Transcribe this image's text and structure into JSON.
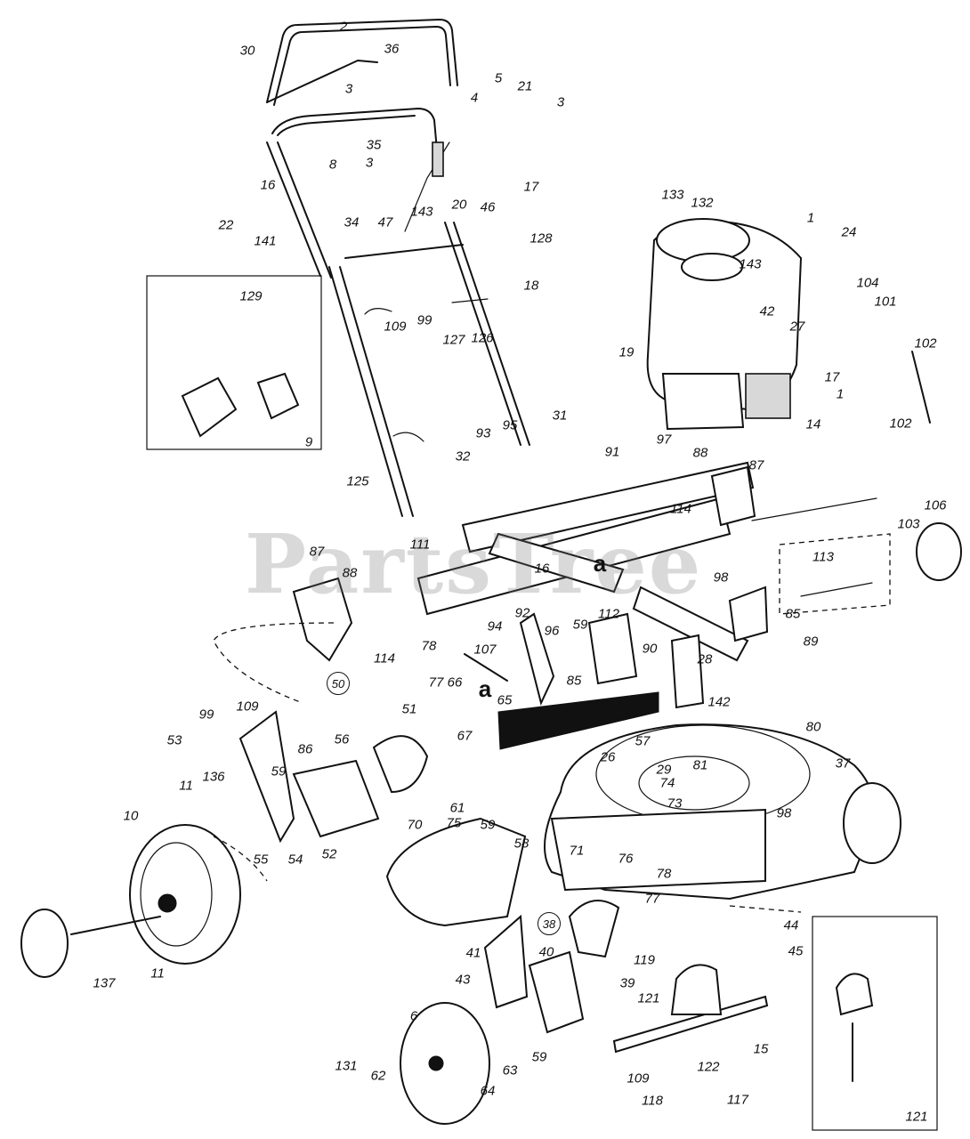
{
  "watermark": "PartsTree",
  "inset_labels": {
    "top_inset": "9",
    "bottom_inset": "121"
  },
  "reference_marks": {
    "a_upper": "a",
    "a_lower": "a"
  },
  "circled_labels": [
    "50",
    "38"
  ],
  "callouts": [
    "30",
    "2",
    "36",
    "3",
    "5",
    "21",
    "3",
    "4",
    "35",
    "3",
    "8",
    "16",
    "143",
    "20",
    "46",
    "17",
    "22",
    "34",
    "47",
    "141",
    "128",
    "133",
    "132",
    "143",
    "1",
    "24",
    "104",
    "101",
    "102",
    "102",
    "129",
    "109",
    "99",
    "18",
    "127",
    "126",
    "19",
    "42",
    "27",
    "17",
    "1",
    "14",
    "31",
    "95",
    "93",
    "32",
    "97",
    "91",
    "88",
    "87",
    "125",
    "114",
    "106",
    "103",
    "111",
    "113",
    "87",
    "88",
    "16",
    "92",
    "112",
    "98",
    "85",
    "114",
    "94",
    "96",
    "59",
    "90",
    "89",
    "78",
    "107",
    "77",
    "85",
    "28",
    "66",
    "65",
    "142",
    "80",
    "99",
    "109",
    "53",
    "86",
    "56",
    "51",
    "67",
    "57",
    "26",
    "29",
    "81",
    "74",
    "37",
    "136",
    "59",
    "11",
    "61",
    "73",
    "98",
    "10",
    "55",
    "54",
    "52",
    "75",
    "59",
    "58",
    "70",
    "71",
    "76",
    "78",
    "77",
    "44",
    "45",
    "137",
    "11",
    "41",
    "40",
    "119",
    "43",
    "39",
    "121",
    "6",
    "59",
    "15",
    "131",
    "62",
    "63",
    "64",
    "109",
    "122",
    "118",
    "117"
  ]
}
